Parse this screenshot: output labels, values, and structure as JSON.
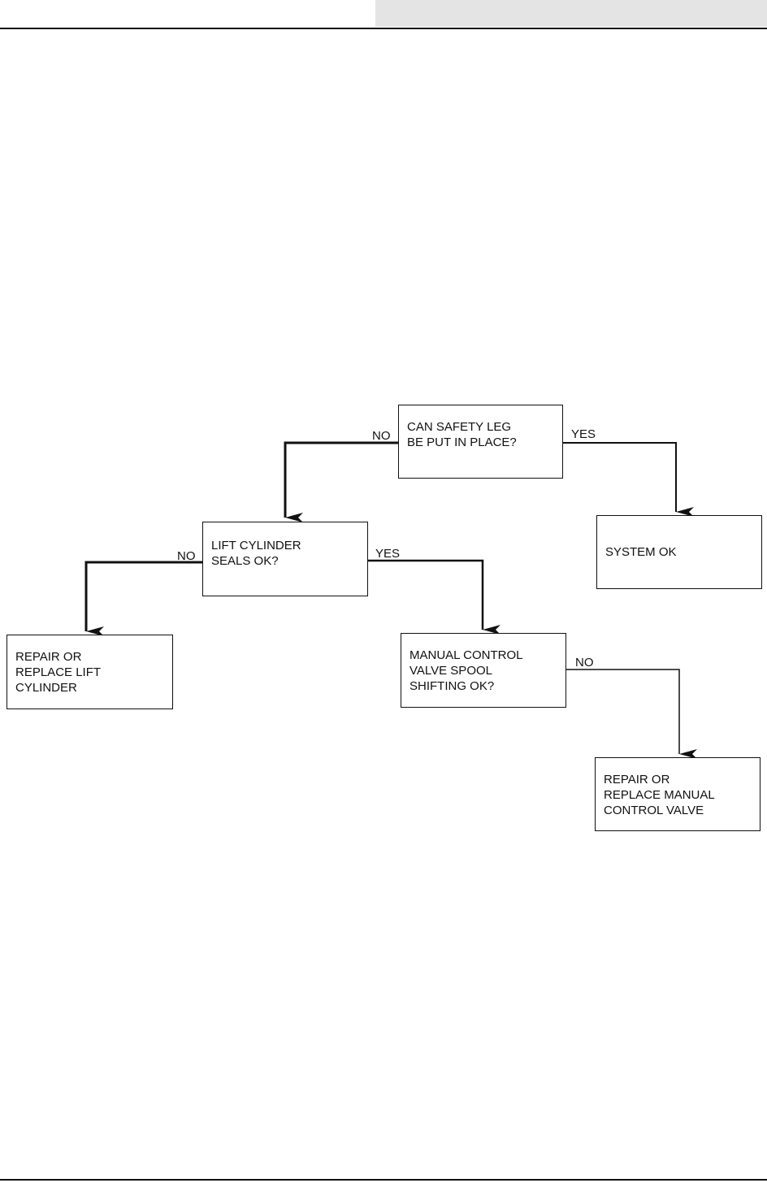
{
  "flowchart": {
    "nodes": {
      "safety_leg": "CAN SAFETY LEG\nBE PUT IN PLACE?",
      "system_ok": "SYSTEM OK",
      "lift_cylinder_seals": "LIFT CYLINDER\nSEALS OK?",
      "repair_lift_cylinder": "REPAIR OR\nREPLACE LIFT\nCYLINDER",
      "spool_shifting": "MANUAL CONTROL\nVALVE  SPOOL\nSHIFTING OK?",
      "repair_control_valve": "REPAIR OR\nREPLACE MANUAL\nCONTROL VALVE"
    },
    "edges": {
      "safety_leg_no": "NO",
      "safety_leg_yes": "YES",
      "seals_no": "NO",
      "seals_yes": "YES",
      "spool_no": "NO"
    }
  }
}
